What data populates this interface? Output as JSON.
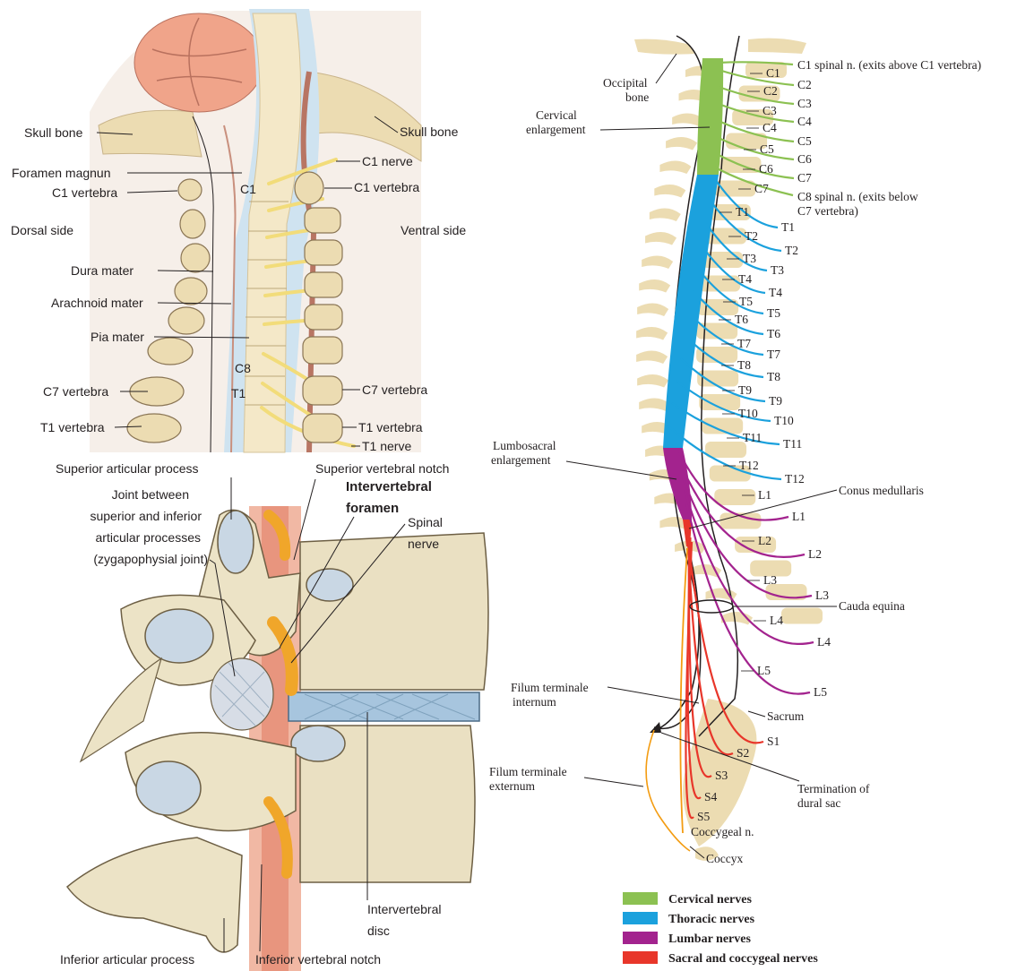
{
  "colors": {
    "cervical": "#8cc152",
    "thoracic": "#1ba1dd",
    "lumbar": "#a3238e",
    "sacral": "#e8362a",
    "coccygeal": "#f39c12",
    "bone": "#ecdcb2",
    "nerve_yellow": "#f2dc7a",
    "dura": "#c9907e",
    "csf": "#cfe3f0"
  },
  "panel_neck": {
    "labels": {
      "skull_bone_left": "Skull bone",
      "skull_bone_right": "Skull bone",
      "foramen_magnun": "Foramen magnun",
      "c1_vertebra_left": "C1 vertebra",
      "c1_vertebra_right": "C1 vertebra",
      "c1_nerve": "C1 nerve",
      "c1_inner": "C1",
      "dorsal_side": "Dorsal side",
      "ventral_side": "Ventral side",
      "dura_mater": "Dura mater",
      "arachnoid_mater": "Arachnoid mater",
      "pia_mater": "Pia mater",
      "c8_inner": "C8",
      "t1_inner": "T1",
      "c7_vertebra_left": "C7 vertebra",
      "c7_vertebra_right": "C7 vertebra",
      "t1_vertebra_left": "T1 vertebra",
      "t1_vertebra_right": "T1 vertebra",
      "t1_nerve": "T1 nerve"
    }
  },
  "panel_lumbar": {
    "labels": {
      "superior_articular_process": "Superior articular process",
      "superior_vertebral_notch": "Superior vertebral notch",
      "joint_line1": "Joint between",
      "joint_line2": "superior and inferior",
      "joint_line3": "articular processes",
      "joint_line4": "(zygapophysial joint)",
      "intervertebral_foramen_line1": "Intervertebral",
      "intervertebral_foramen_line2": "foramen",
      "spinal_nerve_line1": "Spinal",
      "spinal_nerve_line2": "nerve",
      "intervertebral_disc_line1": "Intervertebral",
      "intervertebral_disc_line2": "disc",
      "inferior_articular_process": "Inferior articular process",
      "inferior_vertebral_notch": "Inferior vertebral notch"
    }
  },
  "panel_spine": {
    "labels": {
      "occipital_bone_line1": "Occipital",
      "occipital_bone_line2": "bone",
      "cervical_enlargement_line1": "Cervical",
      "cervical_enlargement_line2": "enlargement",
      "c1_spinal_n": "C1 spinal n. (exits above C1 vertebra)",
      "c8_spinal_n_line1": "C8 spinal n. (exits below",
      "c8_spinal_n_line2": "C7 vertebra)",
      "lumbosacral_line1": "Lumbosacral",
      "lumbosacral_line2": "enlargement",
      "conus_medullaris": "Conus medullaris",
      "cauda_equina": "Cauda equina",
      "filum_internum_line1": "Filum terminale",
      "filum_internum_line2": "internum",
      "filum_externum_line1": "Filum terminale",
      "filum_externum_line2": "externum",
      "termination_line1": "Termination of",
      "termination_line2": "dural sac",
      "sacrum": "Sacrum",
      "coccygeal_n": "Coccygeal n.",
      "coccyx": "Coccyx"
    },
    "vertebra_labels": [
      "C1",
      "C2",
      "C3",
      "C4",
      "C5",
      "C6",
      "C7",
      "T1",
      "T2",
      "T3",
      "T4",
      "T5",
      "T6",
      "T7",
      "T8",
      "T9",
      "T10",
      "T11",
      "T12",
      "L1",
      "L2",
      "L3",
      "L4",
      "L5"
    ],
    "nerve_labels": [
      "C2",
      "C3",
      "C4",
      "C5",
      "C6",
      "C7",
      "T1",
      "T2",
      "T3",
      "T4",
      "T5",
      "T6",
      "T7",
      "T8",
      "T9",
      "T10",
      "T11",
      "T12",
      "L1",
      "L2",
      "L3",
      "L4",
      "L5",
      "S1",
      "S2",
      "S3",
      "S4",
      "S5"
    ],
    "legend": [
      {
        "label": "Cervical nerves",
        "color": "#8cc152"
      },
      {
        "label": "Thoracic nerves",
        "color": "#1ba1dd"
      },
      {
        "label": "Lumbar nerves",
        "color": "#a3238e"
      },
      {
        "label": "Sacral and coccygeal nerves",
        "color": "#e8362a"
      }
    ]
  }
}
